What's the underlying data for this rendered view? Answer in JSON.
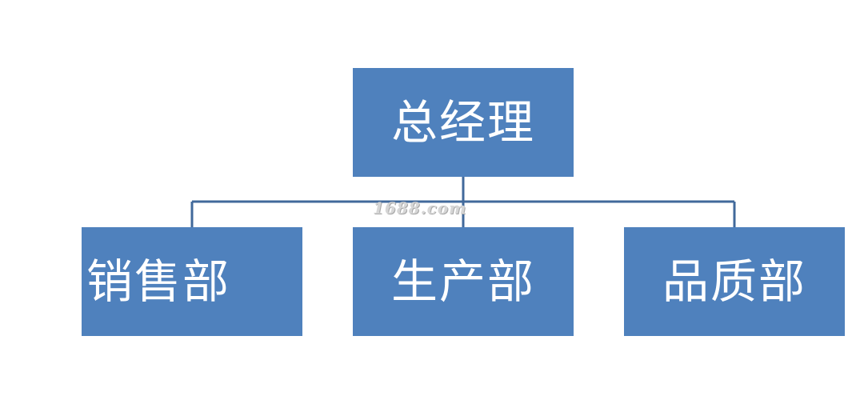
{
  "org_chart": {
    "top": {
      "label": "总经理"
    },
    "departments": [
      {
        "label": "销售部"
      },
      {
        "label": "生产部"
      },
      {
        "label": "品质部"
      }
    ]
  },
  "watermark": "1688.com",
  "colors": {
    "box_fill": "#4f81bd",
    "box_text": "#ffffff",
    "connector": "#41699b",
    "background": "#ffffff"
  }
}
